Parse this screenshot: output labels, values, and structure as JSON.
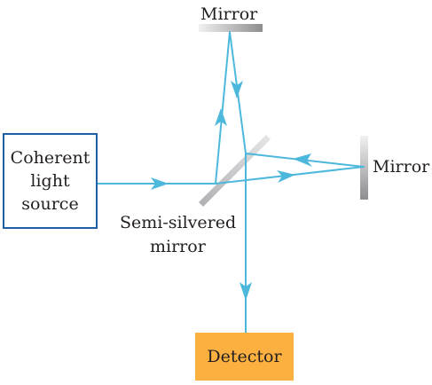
{
  "labels": {
    "top_mirror": "Mirror",
    "right_mirror": "Mirror",
    "semi_line1": "Semi-silvered",
    "semi_line2": "mirror",
    "source_line1": "Coherent",
    "source_line2": "light",
    "source_line3": "source",
    "detector": "Detector"
  },
  "colors": {
    "beam": "#4cb8dc",
    "source_border": "#1f5fa6",
    "detector_fill": "#fbb040",
    "mirror": "#b8b8bb",
    "text": "#231f20"
  }
}
